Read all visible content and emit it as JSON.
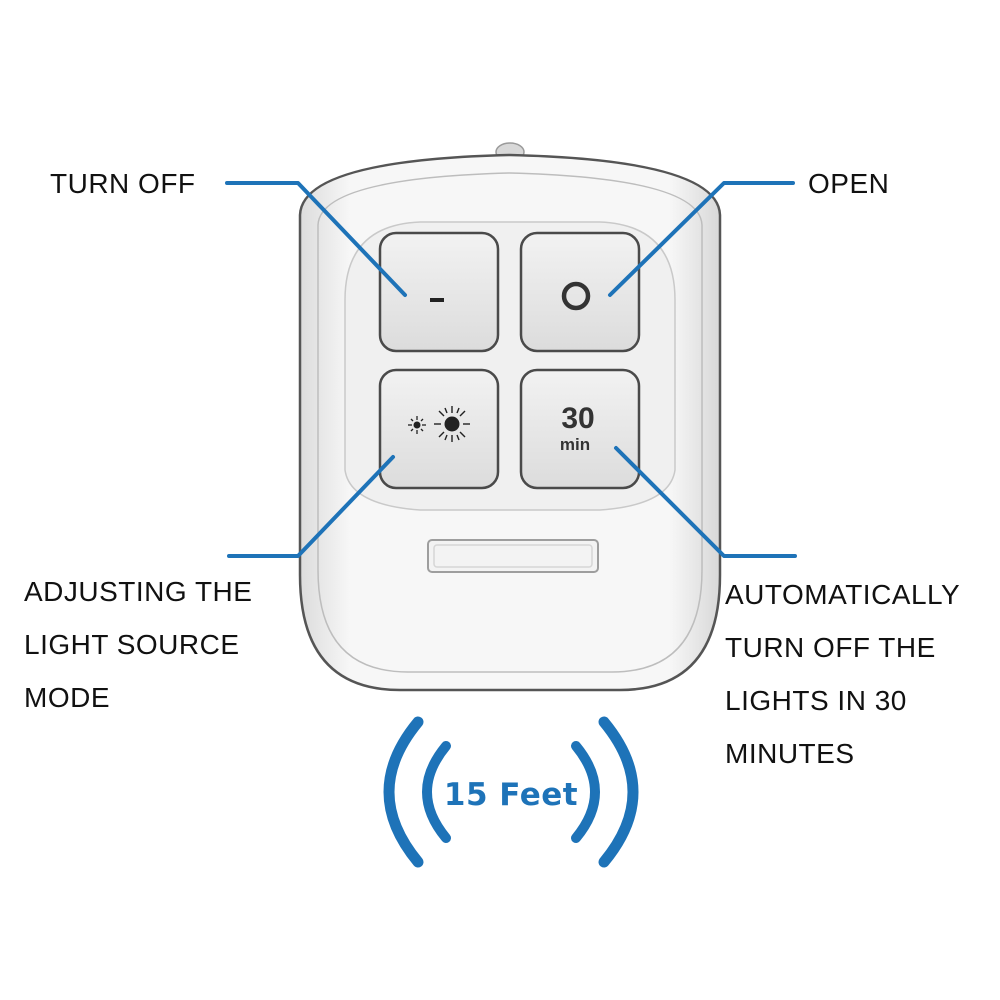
{
  "callouts": {
    "turn_off": "TURN OFF",
    "open": "OPEN",
    "adjust_mode": [
      "ADJUSTING THE",
      "LIGHT SOURCE",
      "MODE"
    ],
    "auto_off": [
      "AUTOMATICALLY",
      "TURN OFF THE",
      "LIGHTS IN 30",
      "MINUTES"
    ]
  },
  "remote": {
    "buttons": {
      "off": {
        "icon": "minus-icon"
      },
      "on": {
        "icon": "circle-icon"
      },
      "mode": {
        "icon": "brightness-icon"
      },
      "timer": {
        "value": "30",
        "unit": "min"
      }
    }
  },
  "range": {
    "label": "15 Feet"
  },
  "colors": {
    "accent": "#1e73b8",
    "leader_line": "#1e73b8",
    "remote_body": "#f4f4f4",
    "remote_outline": "#555555",
    "button_face": "#e9e9e9",
    "text": "#111111"
  }
}
